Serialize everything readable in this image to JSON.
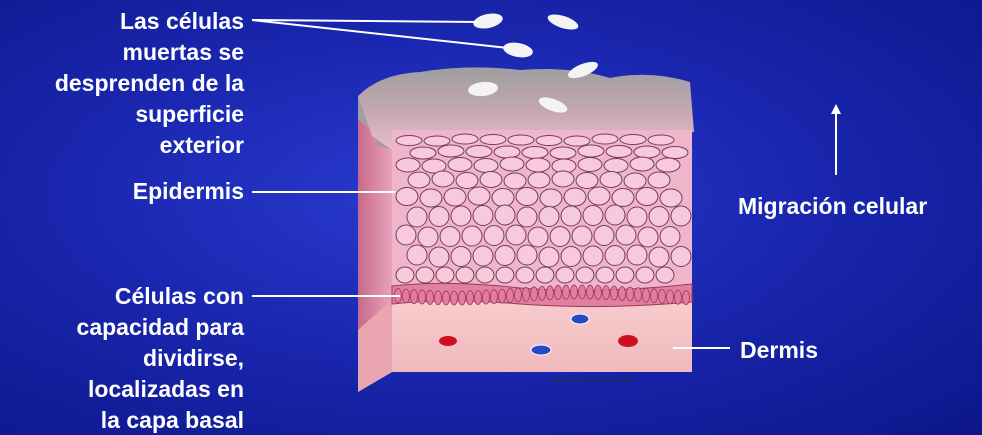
{
  "labels": {
    "dead_cells": "Las células\nmuertas se\ndesprenden de la\nsuperficie\nexterior",
    "epidermis": "Epidermis",
    "basal_cells": "Células con\ncapacidad para\ndividirse,\nlocalizadas en\nla capa basal",
    "migration": "Migración celular",
    "dermis": "Dermis"
  },
  "credit": "Artwork by Jeanne Kelly. © 2004.",
  "colors": {
    "background": "#1a27b0",
    "text": "#ffffff",
    "surface": "#a6a6a6",
    "epidermis_cell": "#f6c9dc",
    "cell_outline": "#7a3a55",
    "basal_layer": "#e47ca0",
    "dermis": "#f6c4c4",
    "blood_red": "#cc1020",
    "blood_blue": "#2848c8"
  }
}
